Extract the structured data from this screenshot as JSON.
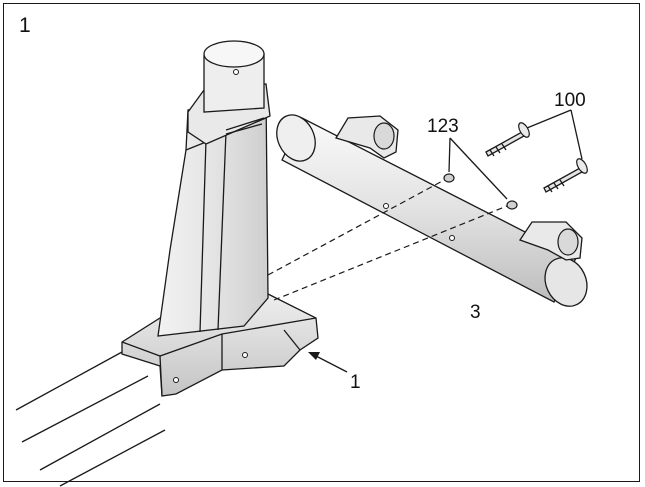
{
  "step": {
    "number": "1"
  },
  "callouts": {
    "frame_part": "1",
    "crossbar_part": "3",
    "bolt_part": "100",
    "washer_part": "123"
  }
}
